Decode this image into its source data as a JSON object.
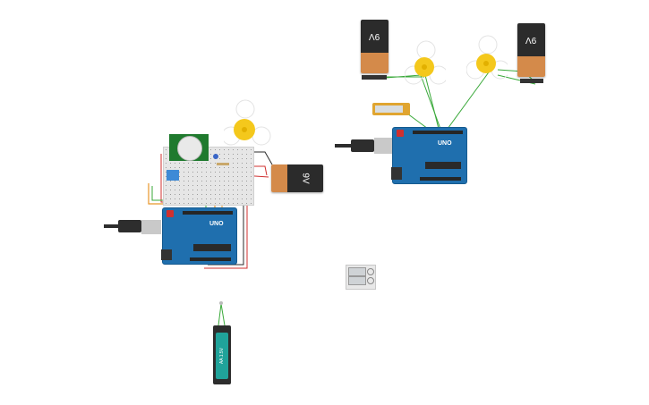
{
  "canvas": {
    "background": "#ffffff"
  },
  "components": {
    "battery_top_left": {
      "label": "9V"
    },
    "battery_top_right": {
      "label": "9V"
    },
    "battery_left": {
      "label": "9V"
    },
    "arduino_left": {
      "label": "UNO"
    },
    "arduino_right": {
      "label": "UNO"
    },
    "aa_battery": {
      "label": "AA 1.5V"
    }
  },
  "colors": {
    "arduino": "#1f6fae",
    "fan_hub": "#f4c81c",
    "battery_body": "#2b2b2b",
    "battery_cap": "#d48a4a",
    "wire_green": "#3aa93a",
    "wire_red": "#d0302f",
    "wire_orange": "#e8962a",
    "wire_black": "#2a2a2a"
  },
  "icons": [
    "fan-icon",
    "usb-plug-icon",
    "pir-sensor-icon",
    "battery-icon"
  ]
}
